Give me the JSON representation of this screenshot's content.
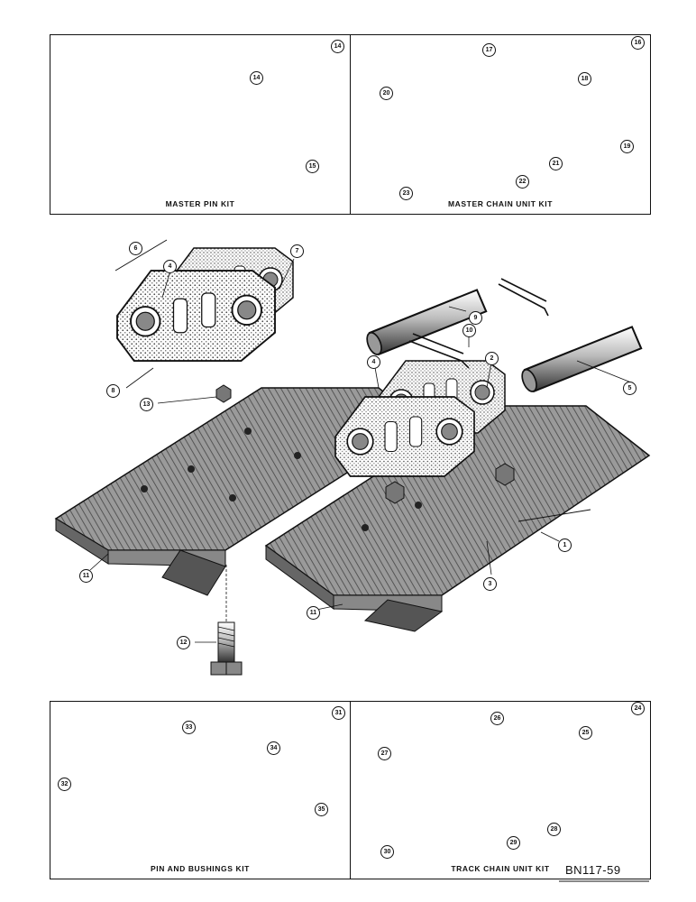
{
  "kits": {
    "master_pin": {
      "caption": "MASTER PIN KIT",
      "kit_callout": "14",
      "pin_callout": "14",
      "cotter_callout": "15"
    },
    "master_chain": {
      "caption": "MASTER CHAIN UNIT KIT",
      "kit_callout": "16",
      "items": [
        "17",
        "18",
        "19",
        "20",
        "21",
        "22",
        "23"
      ]
    },
    "pin_bushings": {
      "caption": "PIN AND BUSHINGS KIT",
      "kit_callout": "31",
      "items": [
        "32",
        "33",
        "34",
        "35"
      ]
    },
    "track_chain": {
      "caption": "TRACK CHAIN UNIT KIT",
      "kit_callout": "24",
      "items": [
        "25",
        "26",
        "27",
        "28",
        "29",
        "30"
      ]
    }
  },
  "main": {
    "items": [
      "1",
      "2",
      "3",
      "4",
      "4",
      "5",
      "6",
      "7",
      "8",
      "9",
      "10",
      "11",
      "11",
      "12",
      "13"
    ]
  },
  "drawing_number": "BN117-59",
  "colors": {
    "line": "#111111",
    "stipple": "#555555",
    "background": "#ffffff"
  }
}
